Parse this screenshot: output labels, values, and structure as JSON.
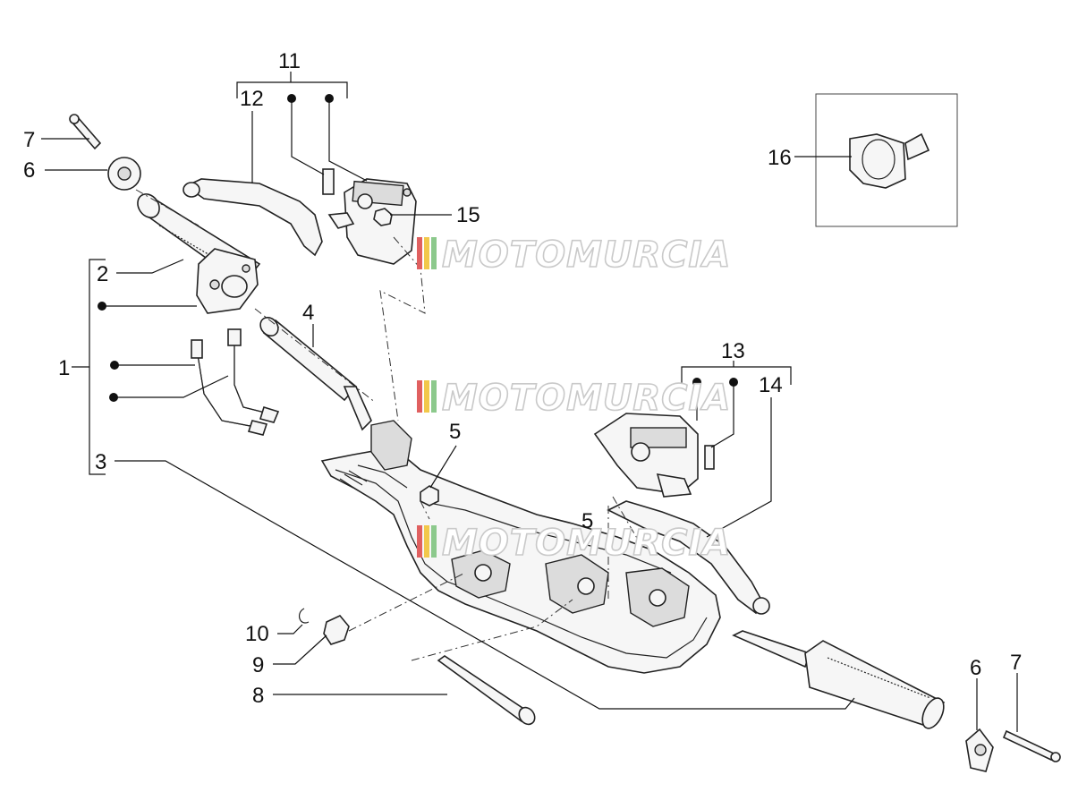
{
  "diagram": {
    "callouts": [
      "1",
      "2",
      "3",
      "4",
      "5",
      "5",
      "6",
      "6",
      "7",
      "7",
      "8",
      "9",
      "10",
      "11",
      "12",
      "13",
      "14",
      "15",
      "16"
    ],
    "watermark": "MOTOMURCIA",
    "colors": {
      "line": "#222222",
      "watermark_stripe_red": "#e06060",
      "watermark_stripe_yellow": "#f2c84b",
      "watermark_stripe_green": "#8cc98c",
      "watermark_outline": "#c9c9c9"
    }
  }
}
